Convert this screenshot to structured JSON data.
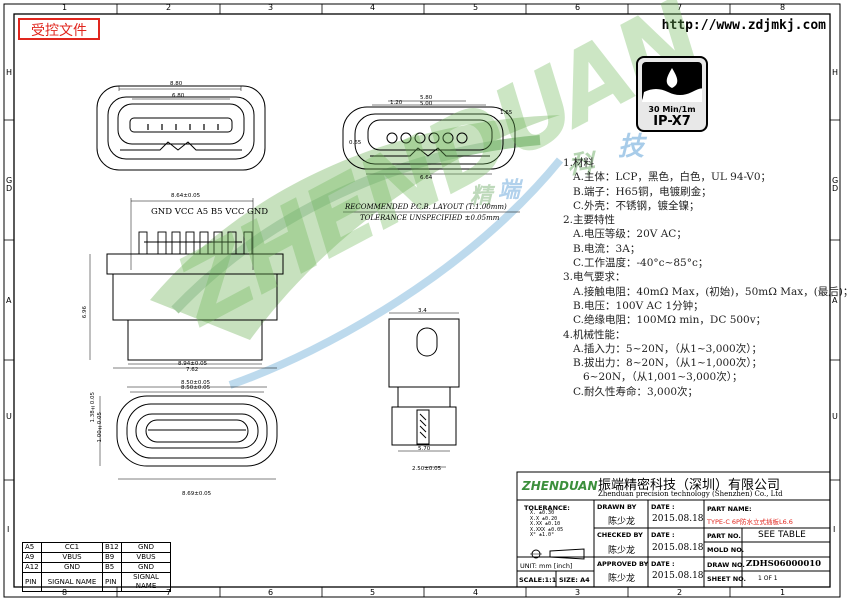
{
  "stamp": {
    "label": "受控文件"
  },
  "website": {
    "url": "http://www.zdjmkj.com"
  },
  "frame": {
    "col_numbers_top": [
      "1",
      "2",
      "3",
      "4",
      "5",
      "6",
      "7",
      "8"
    ],
    "col_numbers_bottom": [
      "8",
      "7",
      "6",
      "5",
      "4",
      "3",
      "2",
      "1"
    ],
    "row_letters_left": [
      "H",
      "G",
      "D",
      "A",
      "U",
      "I"
    ],
    "row_letters_right": [
      "H",
      "G",
      "D",
      "A",
      "U",
      "I"
    ]
  },
  "ip_badge": {
    "depth": "30 Min/1m",
    "rating": "IP-X7"
  },
  "pin_header": {
    "label": "GND VCC A5 B5  VCC GND"
  },
  "pcb_note": {
    "line1": "RECOMMENDED  P.C.B. LAYOUT (T:1.00mm)",
    "line2": "TOLERANCE UNSPECIFIED ±0.05mm"
  },
  "dimensions": {
    "top_outer": "8.80",
    "top_inner": "6.80",
    "pcb_w1": "5.80",
    "pcb_w2": "5.00",
    "pcb_w3": "1.20",
    "pcb_w4": "1.65",
    "pcb_h": "0.65",
    "pcb_total": "6.64",
    "side_total": "8.64±0.05",
    "side_body": "8.94±0.05",
    "side_inner": "7.62",
    "side_height": "6.96",
    "bottom_w": "8.50±0.05",
    "bottom_w2": "8.50±0.05",
    "bottom_total": "8.69±0.05",
    "bottom_h": "1.38±0.05",
    "bottom_h2": "1.00±0.05",
    "end_w": "5.70",
    "end_base": "2.50±0.05",
    "end_top": "3.4"
  },
  "watermark": {
    "brand": "ZHENDUAN",
    "chars": [
      "科",
      "技",
      "精",
      "端"
    ]
  },
  "spec": {
    "s1": "1.材料",
    "s1a": "A.主体：LCP，黑色，白色，UL 94-V0；",
    "s1b": "B.端子：H65铜，电镀刷金；",
    "s1c": "C.外壳：不锈钢，镀全镍；",
    "s2": "2.主要特性",
    "s2a": "A.电压等级：20V AC；",
    "s2b": "B.电流：3A；",
    "s2c": "C.工作温度：-40°c~85°c；",
    "s3": "3.电气要求：",
    "s3a": "A.接触电阻：40mΩ Max，(初始)，50mΩ Max，(最后)；",
    "s3b": "B.电压：100V AC 1分钟；",
    "s3c": "C.绝缘电阻：100MΩ min，DC 500v；",
    "s4": "4.机械性能：",
    "s4a": "A.插入力：5~20N，（从1~3,000次）；",
    "s4b": "B.拔出力：8~20N，（从1~1,000次）；",
    "s4b2": "6~20N，（从1,001~3,000次）；",
    "s4c": "C.耐久性寿命：3,000次；"
  },
  "title_block": {
    "logo": "ZHENDUAN",
    "company_cn": "振端精密科技（深圳）有限公司",
    "company_en": "Zhenduan precision technology (Shenzhen) Co., Ltd",
    "tolerance_label": "TOLERANCE:",
    "tol_rows": [
      "X.    ±0.30",
      "X.X   ±0.20",
      "X.XX  ±0.10",
      "X.XXX ±0.05",
      "X°    ±1.0°"
    ],
    "drawn_by_label": "DRAWN BY",
    "drawn_by": "陈少龙",
    "checked_by_label": "CHECKED BY",
    "checked_by": "陈少龙",
    "approved_by_label": "APPROVED BY",
    "approved_by": "陈少龙",
    "date_label": "DATE :",
    "date1": "2015.08.18",
    "date2": "2015.08.18",
    "date3": "2015.08.18",
    "part_name_label": "PART NAME:",
    "part_name": "TYPE-C 6P防水立式插板L6.6",
    "part_no_label": "PART NO.",
    "part_no": "SEE  TABLE",
    "mold_no_label": "MOLD NO.",
    "mold_no": "",
    "draw_no_label": "DRAW NO.",
    "draw_no": "ZDHS06000010",
    "sheet_no_label": "SHEET NO.",
    "sheet_no": "1 OF 1",
    "unit_label": "UNIT:  mm  [inch]",
    "scale_label": "SCALE:1:1",
    "size_label": "SIZE: A4"
  },
  "pin_table": {
    "rows": [
      [
        "A5",
        "CC1",
        "B12",
        "GND"
      ],
      [
        "A9",
        "VBUS",
        "B9",
        "VBUS"
      ],
      [
        "A12",
        "GND",
        "B5",
        "GND"
      ],
      [
        "PIN",
        "SIGNAL NAME",
        "PIN",
        "SIGNAL NAME"
      ]
    ]
  }
}
